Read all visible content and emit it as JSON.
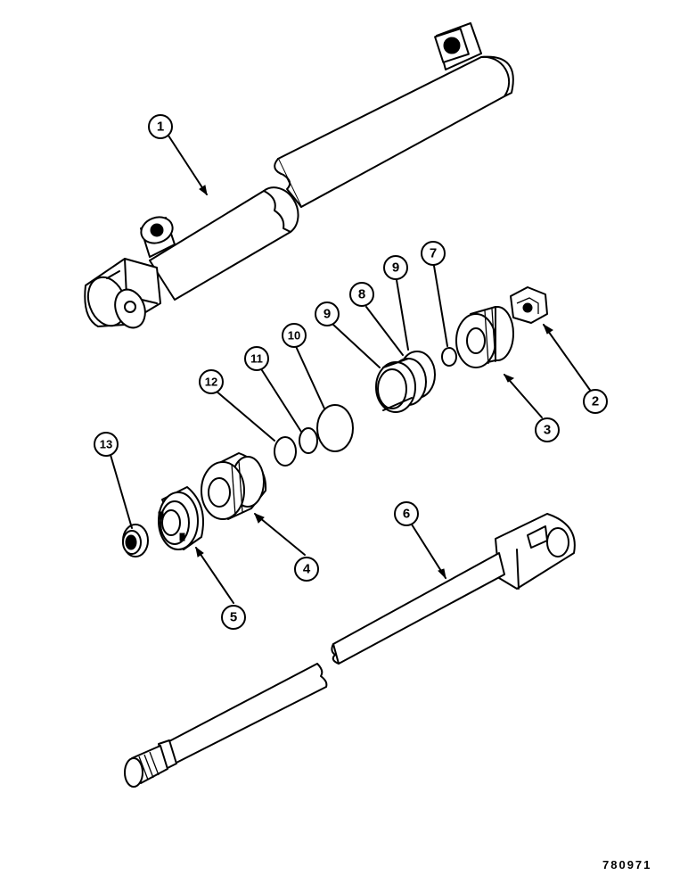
{
  "drawing_number": "780971",
  "callouts": [
    {
      "id": "c1",
      "label": "1"
    },
    {
      "id": "c2",
      "label": "2"
    },
    {
      "id": "c3",
      "label": "3"
    },
    {
      "id": "c4",
      "label": "4"
    },
    {
      "id": "c5",
      "label": "5"
    },
    {
      "id": "c6",
      "label": "6"
    },
    {
      "id": "c7",
      "label": "7"
    },
    {
      "id": "c8",
      "label": "8"
    },
    {
      "id": "c9a",
      "label": "9"
    },
    {
      "id": "c9b",
      "label": "9"
    },
    {
      "id": "c10",
      "label": "10"
    },
    {
      "id": "c11",
      "label": "11"
    },
    {
      "id": "c12",
      "label": "12"
    },
    {
      "id": "c13",
      "label": "13"
    }
  ]
}
